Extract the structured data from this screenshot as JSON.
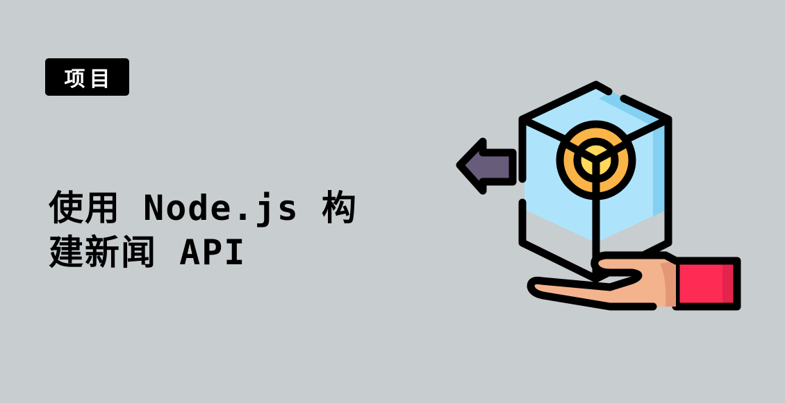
{
  "badge": {
    "label": "项目"
  },
  "title": {
    "line1": "使用 Node.js 构",
    "line2": "建新闻 API"
  },
  "illustration": {
    "icon": "hand-holding-cube-api-icon",
    "colors": {
      "background": "#c8cdd0",
      "cube_light": "#aee4fb",
      "cube_shade": "#83d0f2",
      "ring_orange": "#fbb447",
      "core_yellow": "#fed95a",
      "arrow": "#675c7a",
      "hand": "#f3b48d",
      "hand_shade": "#e49776",
      "sleeve": "#fe2c55",
      "sleeve_shade": "#e3244d",
      "outline": "#000000"
    }
  }
}
